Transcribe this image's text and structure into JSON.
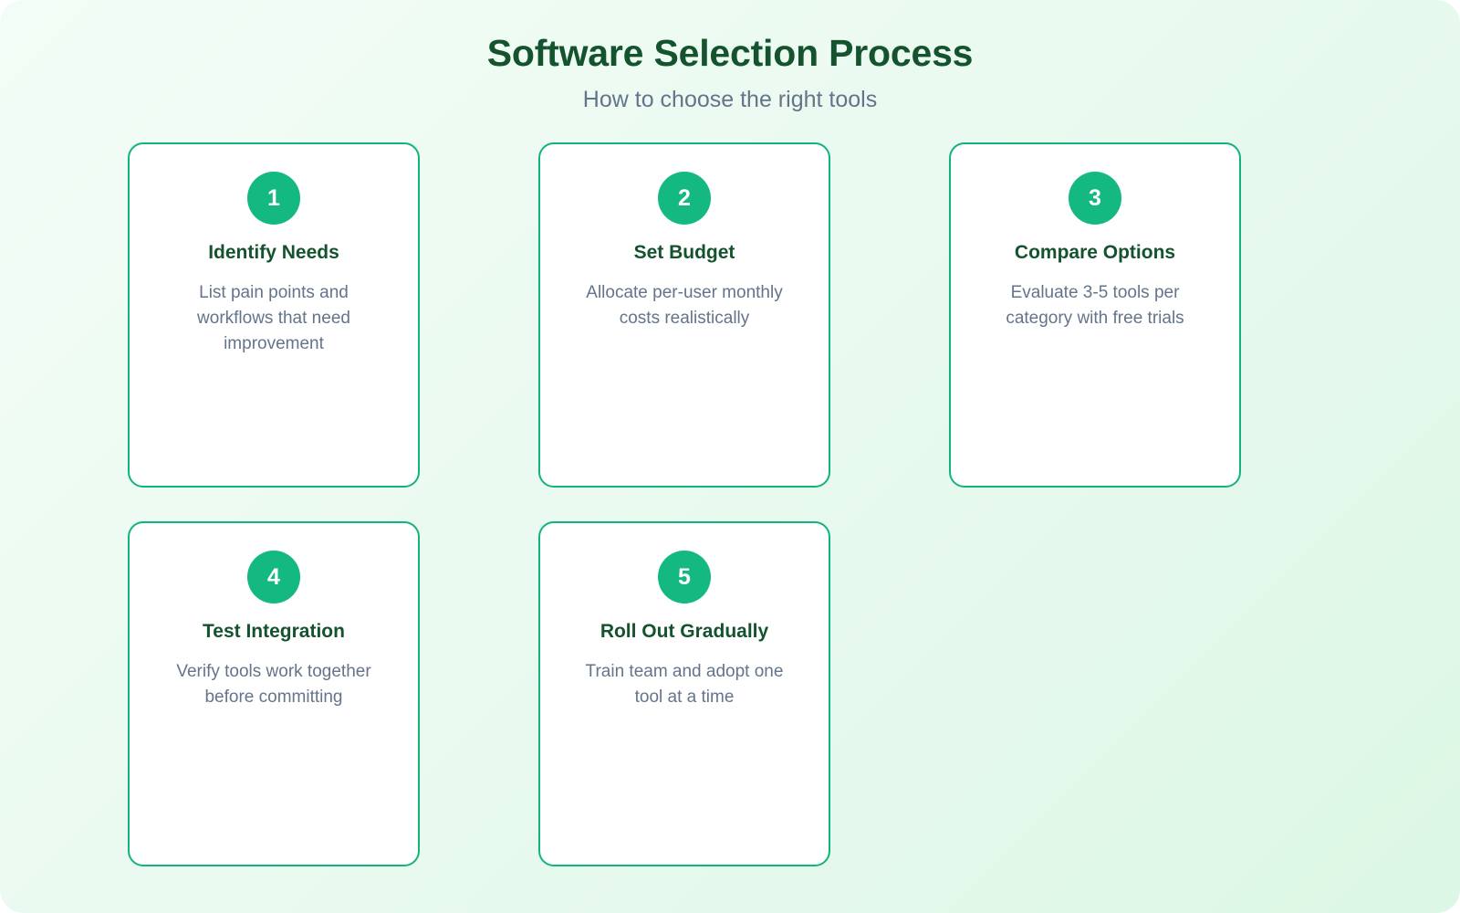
{
  "header": {
    "title": "Software Selection Process",
    "subtitle": "How to choose the right tools"
  },
  "theme": {
    "background_start": "#f3fdf7",
    "background_end": "#dcf7e5",
    "card_background": "#ffffff",
    "card_border": "#12b37c",
    "badge_background": "#13b981",
    "badge_text": "#ffffff",
    "title_color": "#14532d",
    "body_color": "#64748b"
  },
  "steps": [
    {
      "number": "1",
      "title": "Identify Needs",
      "description": "List pain points and workflows that need improvement"
    },
    {
      "number": "2",
      "title": "Set Budget",
      "description": "Allocate per-user monthly costs realistically"
    },
    {
      "number": "3",
      "title": "Compare Options",
      "description": "Evaluate 3-5 tools per category with free trials"
    },
    {
      "number": "4",
      "title": "Test Integration",
      "description": "Verify tools work together before committing"
    },
    {
      "number": "5",
      "title": "Roll Out Gradually",
      "description": "Train team and adopt one tool at a time"
    }
  ]
}
